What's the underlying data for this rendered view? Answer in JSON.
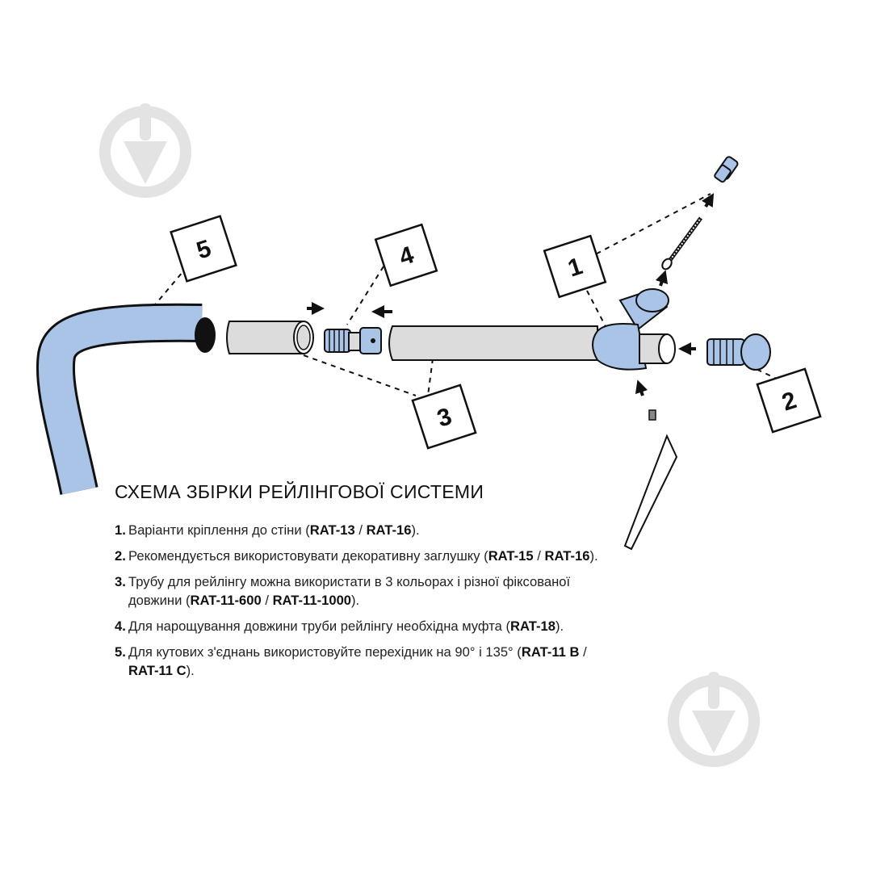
{
  "title": "СХЕМА ЗБІРКИ РЕЙЛІНГОВОЇ СИСТЕМИ",
  "callouts": [
    "1",
    "2",
    "3",
    "4",
    "5"
  ],
  "notes": [
    {
      "num": "1.",
      "text1": "Варіанти кріплення до стіни (",
      "code1": "RAT-13",
      "sep": " / ",
      "code2": "RAT-16",
      "text2": ")."
    },
    {
      "num": "2.",
      "text1": "Рекомендується використовувати декоративну заглушку (",
      "code1": "RAT-15",
      "sep": " / ",
      "code2": "RAT-16",
      "text2": ")."
    },
    {
      "num": "3.",
      "text1": "Трубу для рейлінгу можна використати в 3 кольорах і різної фіксованої довжини (",
      "code1": "RAT-11-600",
      "sep": " / ",
      "code2": "RAT-11-1000",
      "text2": ")."
    },
    {
      "num": "4.",
      "text1": "Для нарощування довжини труби рейлінгу необхідна муфта (",
      "code1": "RAT-18",
      "sep": "",
      "code2": "",
      "text2": ")."
    },
    {
      "num": "5.",
      "text1": "Для кутових з'єднань використовуйте перехідник на 90° і 135° (",
      "code1": "RAT-11 B",
      "sep": " / ",
      "code2": "RAT-11 C",
      "text2": ")."
    }
  ],
  "colors": {
    "accent_blue": "#a9c4e6",
    "pipe_grey": "#dcdcdc",
    "outline": "#111111",
    "watermark": "#e3e3e3"
  },
  "icons": [
    "watermark-logo-icon",
    "arrow-icon"
  ]
}
